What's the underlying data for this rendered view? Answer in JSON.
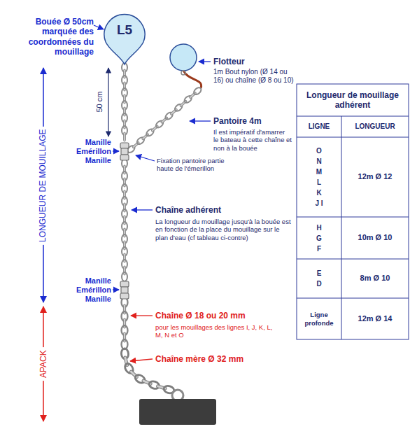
{
  "diagram": {
    "nodes": [
      {
        "text": [
          "L5"
        ]
      }
    ],
    "labels": [
      "Bouée Ø 50cm marquée des coordonnées du mouillage",
      "Flotteur",
      "1m Bout nylon (Ø 14 ou 16) ou chaîne (Ø 8 ou 10)",
      "50 cm",
      "LONGUEUR DE MOUILLAGE",
      "Manille Emérillon Manille",
      "Pantoire 4m",
      "Il est impératif d'amarrer le bateau à cette chaîne et non à la bouée",
      "Fixation pantoire partie haute de l'émerillon",
      "Chaîne adhérent",
      "La longueur du mouillage jusqu'à la bouée est en fonction de la place du mouillage sur le plan d'eau (cf tableau ci-contre)",
      "Manille Emérillon Manille",
      "Chaîne Ø 18 ou 20 mm",
      "pour les mouillages des lignes I, J, K, L, M, N et O",
      "Chaîne mère Ø 32 mm",
      "APACK",
      "Longueur de mouillage adhérent",
      "LIGNE",
      "LONGUEUR",
      "O N M L K J I",
      "12m Ø 12",
      "H G F",
      "10m Ø 10",
      "E D",
      "8m Ø 10",
      "Ligne profonde",
      "12m Ø 14"
    ]
  }
}
